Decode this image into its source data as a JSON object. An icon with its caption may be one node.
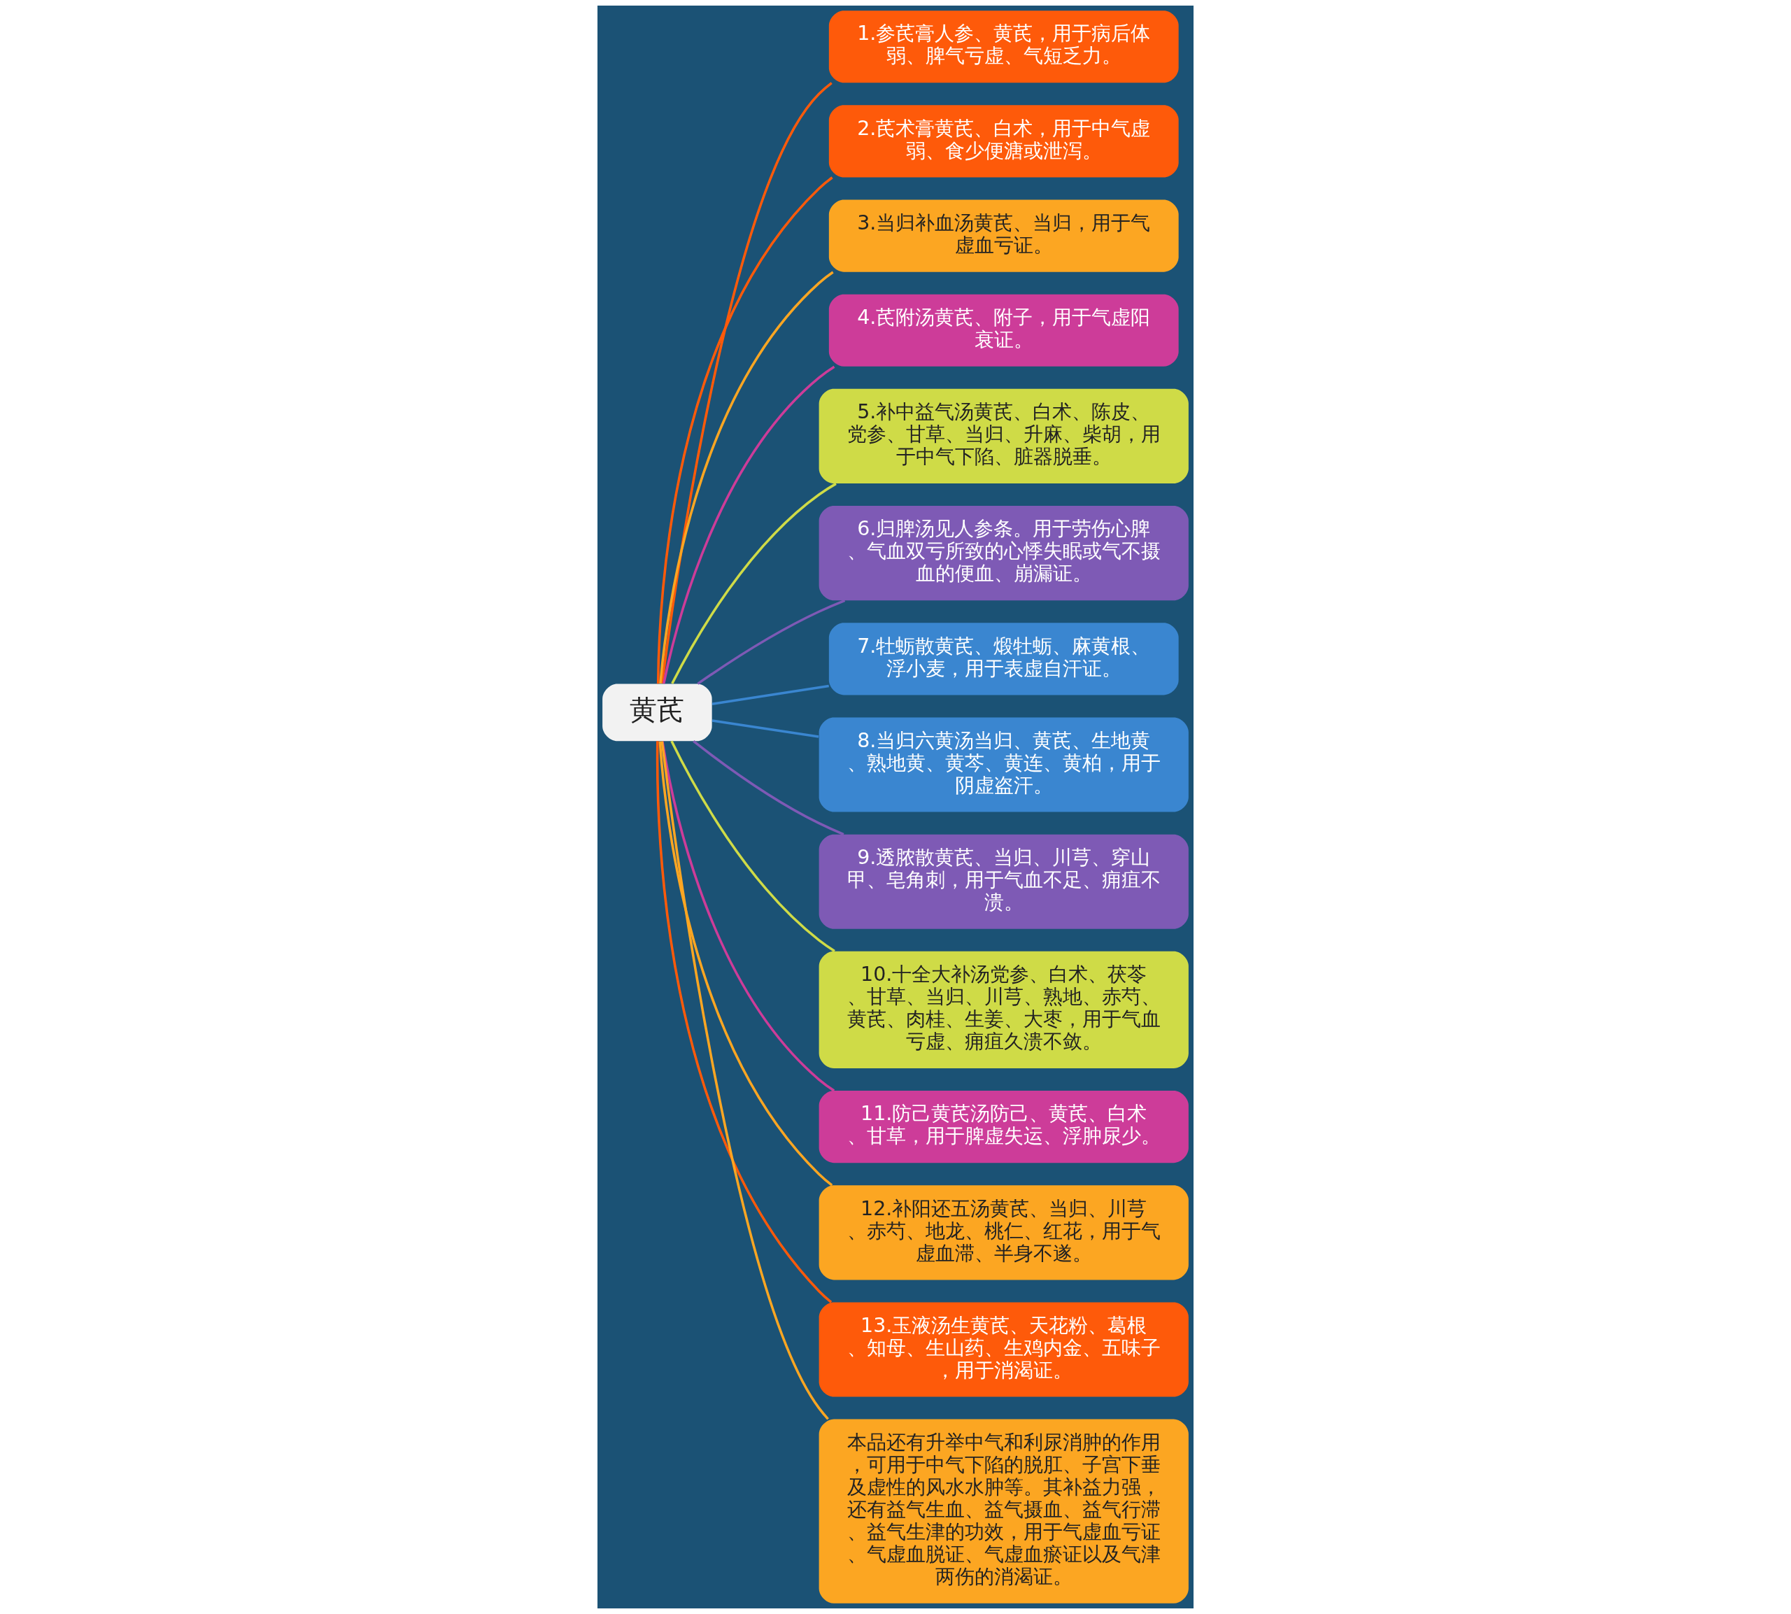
{
  "diagram": {
    "nodes": [
      {
        "text": [
          "黄芪"
        ]
      },
      {
        "text": [
          "1.参芪膏人参、黄芪，用于病后体弱、脾气亏虚、气短乏力。"
        ]
      },
      {
        "text": [
          "2.芪术膏黄芪、白术，用于中气虚弱、食少便溏或泄泻。"
        ]
      },
      {
        "text": [
          "3.当归补血汤黄芪、当归，用于气虚血亏证。"
        ]
      },
      {
        "text": [
          "4.芪附汤黄芪、附子，用于气虚阳衰证。"
        ]
      },
      {
        "text": [
          "5.补中益气汤黄芪、白术、陈皮、党参、甘草、当归、升麻、柴胡，用于中气下陷、脏器脱垂。"
        ]
      },
      {
        "text": [
          "6.归脾汤见人参条。用于劳伤心脾、气血双亏所致的心悸失眠或气不摄血的便血、崩漏证。"
        ]
      },
      {
        "text": [
          "7.牡蛎散黄芪、煅牡蛎、麻黄根、浮小麦，用于表虚自汗证。"
        ]
      },
      {
        "text": [
          "8.当归六黄汤当归、黄芪、生地黄、熟地黄、黄芩、黄连、黄柏，用于阴虚盗汗。"
        ]
      },
      {
        "text": [
          "9.透脓散黄芪、当归、川芎、穿山甲、皂角刺，用于气血不足、痈疽不溃。"
        ]
      },
      {
        "text": [
          "10.十全大补汤党参、白术、茯苓、甘草、当归、川芎、熟地、赤芍、黄芪、肉桂、生姜、大枣，用于气血亏虚、痈疽久溃不敛。"
        ]
      },
      {
        "text": [
          "11.防己黄芪汤防己、黄芪、白术、甘草，用于脾虚失运、浮肿尿少。"
        ]
      },
      {
        "text": [
          "12.补阳还五汤黄芪、当归、川芎、赤芍、地龙、桃仁、红花，用于气虚血滞、半身不遂。"
        ]
      },
      {
        "text": [
          "13.玉液汤生黄芪、天花粉、葛根、知母、生山药、生鸡内金、五味子，用于消渴证。"
        ]
      },
      {
        "text": [
          "本品还有升举中气和利尿消肿的作用，可用于中气下陷的脱肛、子宫下垂及虚性的风水水肿等。其补益力强，还有益气生血、益气摄血、益气行滞、益气生津的功效，用于气虚血亏证、气虚血脱证、气虚血瘀证以及气津两伤的消渴证。"
        ]
      }
    ],
    "edges": [
      {
        "from": 0,
        "to": 1,
        "arrow": "none",
        "color": "#fe5a0a"
      },
      {
        "from": 0,
        "to": 2,
        "arrow": "none",
        "color": "#fe5a0a"
      },
      {
        "from": 0,
        "to": 3,
        "arrow": "none",
        "color": "#fca622"
      },
      {
        "from": 0,
        "to": 4,
        "arrow": "none",
        "color": "#cd3c99"
      },
      {
        "from": 0,
        "to": 5,
        "arrow": "none",
        "color": "#cfdb47"
      },
      {
        "from": 0,
        "to": 6,
        "arrow": "none",
        "color": "#7e5ab5"
      },
      {
        "from": 0,
        "to": 7,
        "arrow": "none",
        "color": "#3a86d0"
      },
      {
        "from": 0,
        "to": 8,
        "arrow": "none",
        "color": "#3a86d0"
      },
      {
        "from": 0,
        "to": 9,
        "arrow": "none",
        "color": "#7e5ab5"
      },
      {
        "from": 0,
        "to": 10,
        "arrow": "none",
        "color": "#cfdb47"
      },
      {
        "from": 0,
        "to": 11,
        "arrow": "none",
        "color": "#cd3c99"
      },
      {
        "from": 0,
        "to": 12,
        "arrow": "none",
        "color": "#fca622"
      },
      {
        "from": 0,
        "to": 13,
        "arrow": "none",
        "color": "#fe5a0a"
      },
      {
        "from": 0,
        "to": 14,
        "arrow": "none",
        "color": "#fca622"
      }
    ]
  }
}
